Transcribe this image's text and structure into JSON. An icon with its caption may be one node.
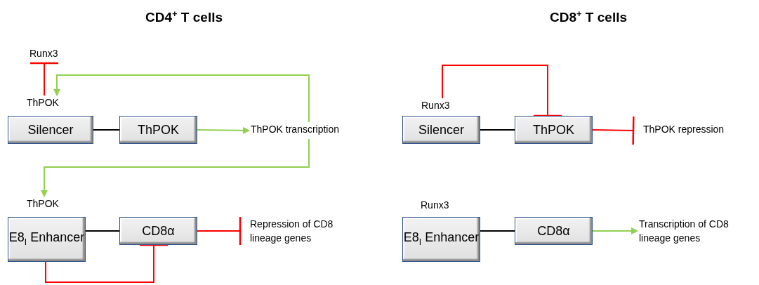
{
  "diagram": {
    "nodes": [
      {
        "text": [
          "Runx3"
        ]
      },
      {
        "text": [
          "ThPOK"
        ]
      },
      {
        "text": [
          "Silencer"
        ]
      },
      {
        "text": [
          "ThPOK"
        ]
      },
      {
        "text": [
          "ThPOK transcription"
        ]
      },
      {
        "text": [
          "ThPOK"
        ]
      },
      {
        "text": [
          "E8$_{I}$ Enhancer"
        ]
      },
      {
        "text": [
          "CD8α"
        ]
      },
      {
        "text": [
          "Repression of CD8 lineage genes"
        ]
      },
      {
        "text": [
          "Runx3"
        ]
      },
      {
        "text": [
          "Silencer"
        ]
      },
      {
        "text": [
          "ThPOK"
        ]
      },
      {
        "text": [
          "ThPOK repression"
        ]
      },
      {
        "text": [
          "Runx3"
        ]
      },
      {
        "text": [
          "E8$_{I}$ Enhancer"
        ]
      },
      {
        "text": [
          "CD8α"
        ]
      },
      {
        "text": [
          "Transcription of CD8 lineage genes"
        ]
      }
    ],
    "edges": [
      {
        "from": 1,
        "to": 0,
        "arrow": "other",
        "color": "#ff0000"
      },
      {
        "from": 4,
        "to": 1,
        "arrow": "to",
        "color": "#92d050"
      },
      {
        "from": 2,
        "to": 3,
        "arrow": "none",
        "color": "#000000"
      },
      {
        "from": 3,
        "to": 4,
        "arrow": "to",
        "color": "#92d050"
      },
      {
        "from": 4,
        "to": 5,
        "arrow": "to",
        "color": "#92d050"
      },
      {
        "from": 6,
        "to": 7,
        "arrow": "none",
        "color": "#000000"
      },
      {
        "from": 7,
        "to": 8,
        "arrow": "other",
        "color": "#ff0000"
      },
      {
        "from": 6,
        "to": 7,
        "arrow": "other",
        "color": "#ff0000"
      },
      {
        "from": 9,
        "to": 11,
        "arrow": "other",
        "color": "#ff0000"
      },
      {
        "from": 10,
        "to": 11,
        "arrow": "none",
        "color": "#000000"
      },
      {
        "from": 11,
        "to": 12,
        "arrow": "other",
        "color": "#ff0000"
      },
      {
        "from": 14,
        "to": 15,
        "arrow": "none",
        "color": "#000000"
      },
      {
        "from": 15,
        "to": 16,
        "arrow": "to",
        "color": "#92d050"
      }
    ],
    "labels": [
      "CD4$^{+}$ T cells",
      "CD8$^{+}$ T cells"
    ]
  }
}
